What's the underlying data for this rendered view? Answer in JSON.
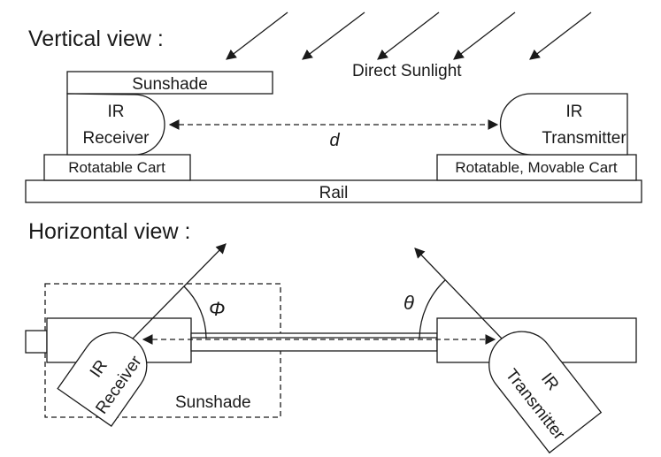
{
  "labels": {
    "vertical_view": "Vertical view :",
    "horizontal_view": "Horizontal view :",
    "direct_sunlight": "Direct Sunlight",
    "sunshade": "Sunshade",
    "ir": "IR",
    "receiver": "Receiver",
    "transmitter": "Transmitter",
    "rotatable_cart": "Rotatable Cart",
    "rotatable_movable_cart": "Rotatable, Movable Cart",
    "rail": "Rail",
    "distance": "d",
    "phi": "Φ",
    "theta": "θ",
    "sunshade_horizontal": "Sunshade"
  }
}
